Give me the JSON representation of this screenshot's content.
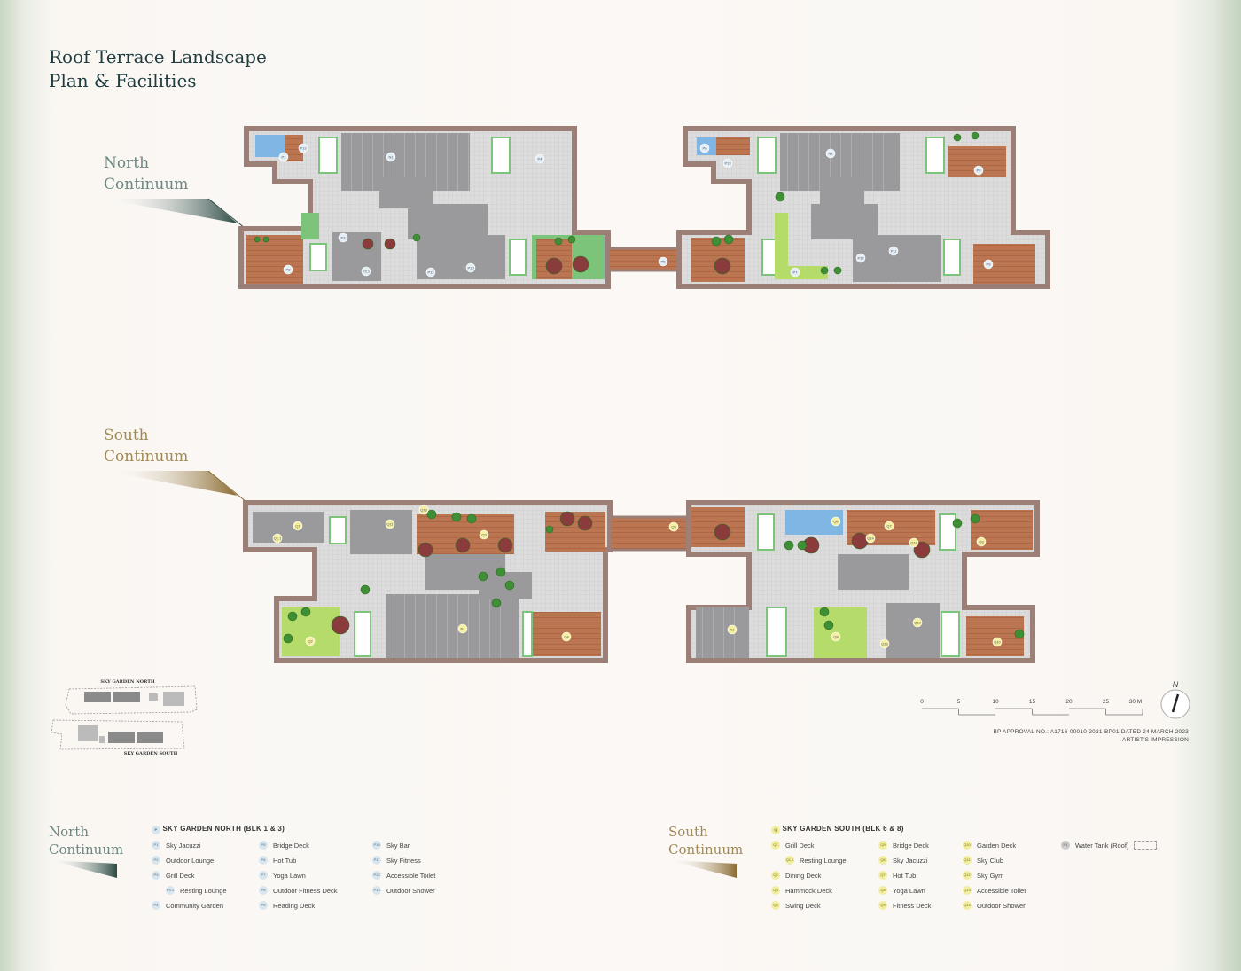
{
  "title": {
    "line1": "Roof Terrace Landscape",
    "line2": "Plan & Facilities"
  },
  "labels": {
    "north": {
      "line1": "North",
      "line2": "Continuum",
      "color": "#6c8783"
    },
    "south": {
      "line1": "South",
      "line2": "Continuum",
      "color": "#a08a55"
    }
  },
  "colors": {
    "title": "#1f3d40",
    "wall": "#9c7f76",
    "deck": "#b9714c",
    "lawn": "#7cc47a",
    "paving": "#d9d9d9",
    "roof": "#8f8f92",
    "tree": "#3f8f35",
    "tree_red": "#8a3c3c",
    "pool": "#7fb6e4"
  },
  "plans": {
    "north_a": {
      "markers": [
        "P1",
        "P13",
        "N1",
        "P4",
        "P3",
        "P2",
        "P3.1",
        "P12",
        "P10"
      ]
    },
    "north_bridge": {
      "markers": [
        "P5"
      ]
    },
    "north_b": {
      "markers": [
        "P6",
        "P13",
        "N1",
        "P8",
        "P11",
        "P12",
        "P7",
        "P9"
      ]
    },
    "south_a": {
      "markers": [
        "Q1",
        "Q1.1",
        "Q11",
        "Q13",
        "Q3",
        "Q2",
        "N1",
        "Q4"
      ]
    },
    "south_bridge": {
      "markers": [
        "Q5"
      ]
    },
    "south_b": {
      "markers": [
        "Q6",
        "Q7",
        "Q14",
        "Q14",
        "Q9",
        "N1",
        "Q8",
        "Q12",
        "Q13",
        "Q10"
      ]
    }
  },
  "key_plan": {
    "north_label": "SKY GARDEN NORTH",
    "south_label": "SKY GARDEN SOUTH"
  },
  "scale": {
    "ticks": [
      "0",
      "5",
      "10",
      "15",
      "20",
      "25",
      "30 M"
    ]
  },
  "compass": {
    "label": "N"
  },
  "approval": {
    "line1": "BP APPROVAL NO.: A1716-00010-2021-BP01 DATED 24 MARCH 2023",
    "line2": "ARTIST'S IMPRESSION"
  },
  "legend_north": {
    "marker": "P",
    "heading": "SKY GARDEN NORTH (BLK 1 & 3)",
    "items": [
      {
        "code": "P1",
        "label": "Sky Jacuzzi"
      },
      {
        "code": "P2",
        "label": "Outdoor Lounge"
      },
      {
        "code": "P3",
        "label": "Grill Deck"
      },
      {
        "code": "P3.1",
        "label": "Resting Lounge"
      },
      {
        "code": "P4",
        "label": "Community Garden"
      },
      {
        "code": "P5",
        "label": "Bridge Deck"
      },
      {
        "code": "P6",
        "label": "Hot Tub"
      },
      {
        "code": "P7",
        "label": "Yoga Lawn"
      },
      {
        "code": "P8",
        "label": "Outdoor Fitness Deck"
      },
      {
        "code": "P9",
        "label": "Reading Deck"
      },
      {
        "code": "P10",
        "label": "Sky Bar"
      },
      {
        "code": "P11",
        "label": "Sky Fitness"
      },
      {
        "code": "P12",
        "label": "Accessible Toilet"
      },
      {
        "code": "P13",
        "label": "Outdoor Shower"
      }
    ]
  },
  "legend_south": {
    "marker": "Q",
    "heading": "SKY GARDEN SOUTH (BLK 6 & 8)",
    "items": [
      {
        "code": "Q1",
        "label": "Grill Deck"
      },
      {
        "code": "Q1.1",
        "label": "Resting Lounge"
      },
      {
        "code": "Q2",
        "label": "Dining Deck"
      },
      {
        "code": "Q3",
        "label": "Hammock Deck"
      },
      {
        "code": "Q4",
        "label": "Swing Deck"
      },
      {
        "code": "Q5",
        "label": "Bridge Deck"
      },
      {
        "code": "Q6",
        "label": "Sky Jacuzzi"
      },
      {
        "code": "Q7",
        "label": "Hot Tub"
      },
      {
        "code": "Q8",
        "label": "Yoga Lawn"
      },
      {
        "code": "Q9",
        "label": "Fitness Deck"
      },
      {
        "code": "Q10",
        "label": "Garden Deck"
      },
      {
        "code": "Q11",
        "label": "Sky Club"
      },
      {
        "code": "Q12",
        "label": "Sky Gym"
      },
      {
        "code": "Q13",
        "label": "Accessible Toilet"
      },
      {
        "code": "Q14",
        "label": "Outdoor Shower"
      },
      {
        "code": "N1",
        "label": "Water Tank (Roof)"
      }
    ]
  }
}
